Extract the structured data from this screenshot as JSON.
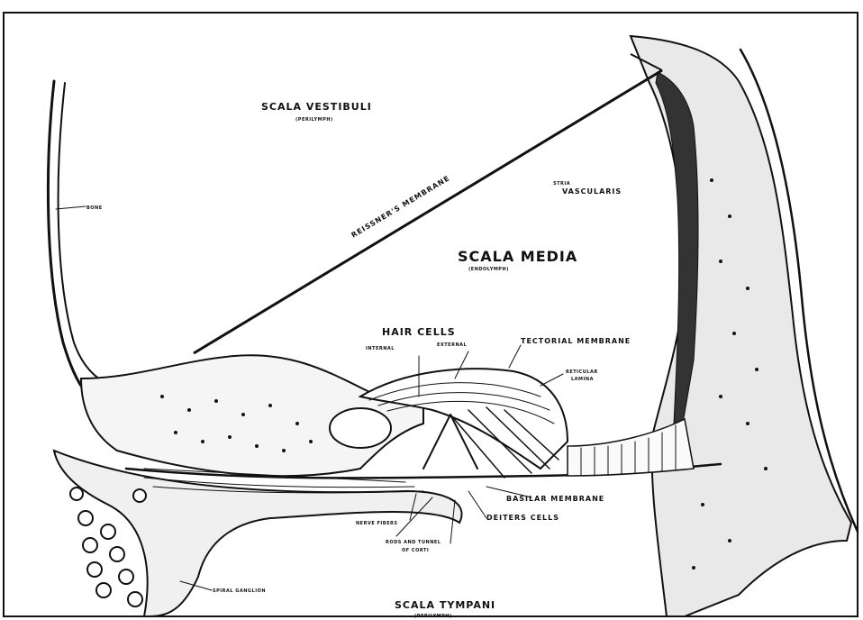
{
  "labels": {
    "scala_vestibuli": "SCALA VESTIBULI",
    "scala_vestibuli_sub": "(PERILYMPH)",
    "bone": "BONE",
    "reissners_membrane": "REISSNER'S MEMBRANE",
    "stria_vascularis_1": "STRIA",
    "stria_vascularis_2": "VASCULARIS",
    "scala_media": "SCALA MEDIA",
    "scala_media_sub": "(ENDOLYMPH)",
    "hair_cells": "HAIR CELLS",
    "internal": "INTERNAL",
    "external": "EXTERNAL",
    "tectorial_membrane": "TECTORIAL MEMBRANE",
    "reticular_1": "RETICULAR",
    "reticular_2": "LAMINA",
    "basilar_membrane": "BASILAR MEMBRANE",
    "deiters_cells": "DEITERS CELLS",
    "nerve_fibers": "NERVE FIBERS",
    "rods_tunnel_1": "RODS AND TUNNEL",
    "rods_tunnel_2": "OF CORTI",
    "spiral_ganglion": "SPIRAL GANGLION",
    "scala_tympani": "SCALA TYMPANI",
    "scala_tympani_sub": "(PERILYMPH)"
  }
}
